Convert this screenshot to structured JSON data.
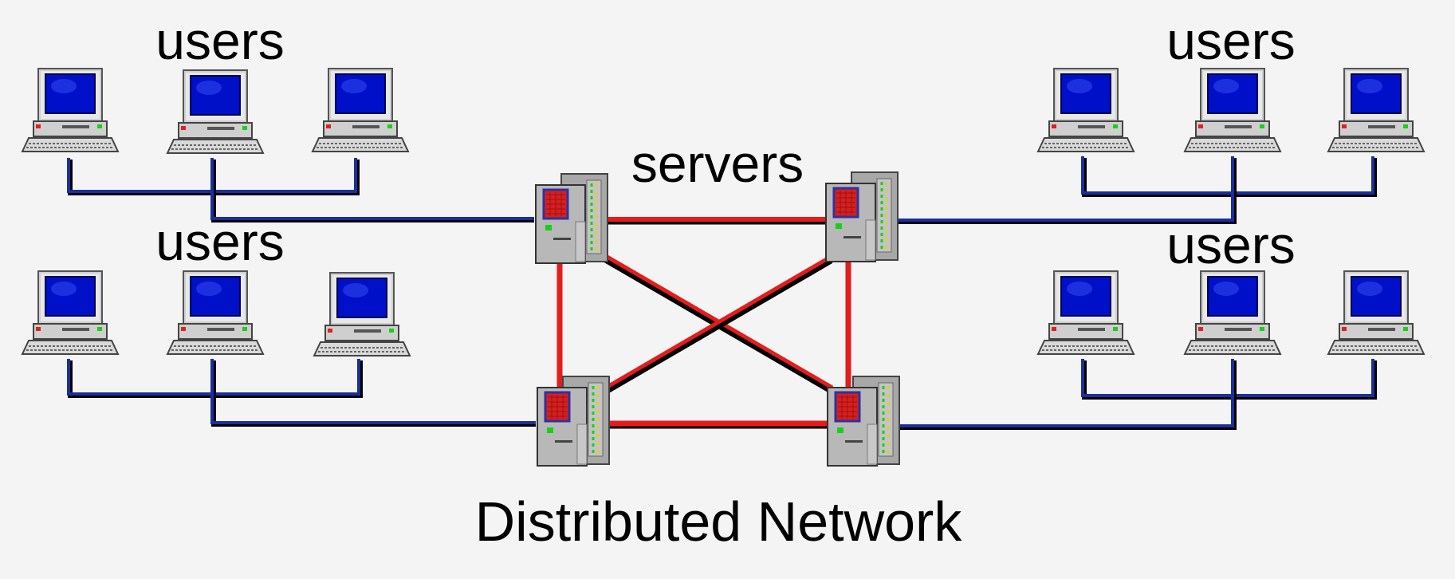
{
  "labels": {
    "users_top_left": "users",
    "users_bottom_left": "users",
    "users_top_right": "users",
    "users_bottom_right": "users",
    "servers": "servers",
    "caption": "Distributed Network"
  },
  "colors": {
    "background": "#f4f4f4",
    "server_link": "#e41c1c",
    "cross_link_edge": "#000000",
    "user_link": "#1a2e9e",
    "user_link_shadow": "#000000",
    "screen": "#0010c8",
    "computer_body": "#cfcfcf",
    "server_body": "#b8b8b8",
    "server_panel": "#d42020",
    "led_green": "#18d018"
  },
  "icons": {
    "user_node": "desktop-computer-icon",
    "server_node": "server-tower-icon"
  }
}
